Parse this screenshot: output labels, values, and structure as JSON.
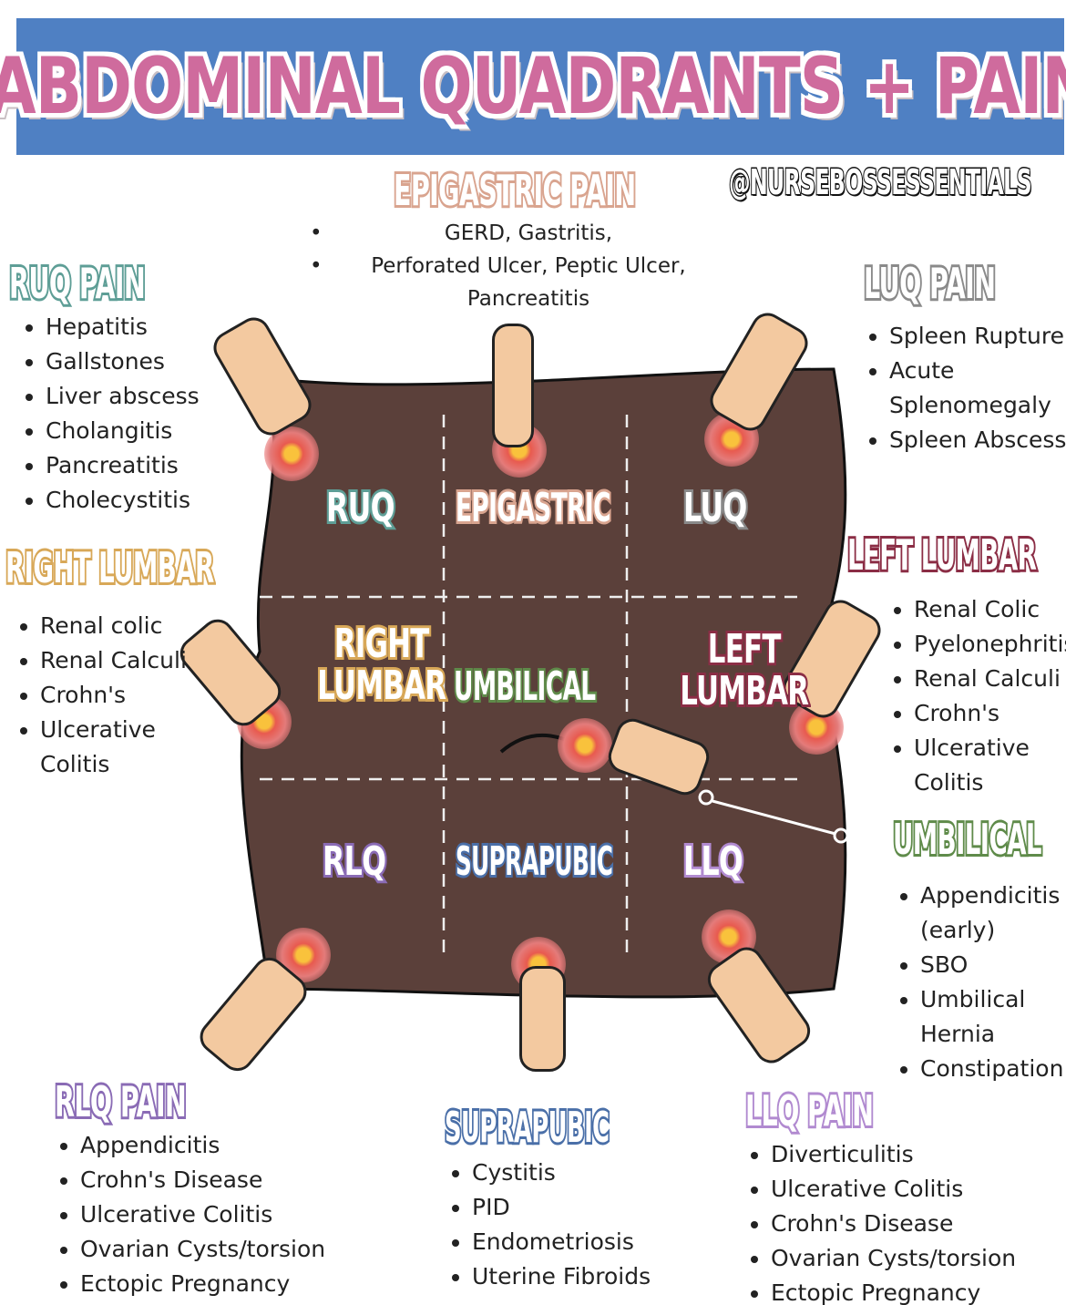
{
  "title": "ABDOMINAL QUADRANTS + PAIN",
  "handle": "@NURSEBOSSESSENTIALS",
  "colors": {
    "banner": "#4f80c3",
    "title": "#cf6b9d",
    "abdomen": "#5b403a",
    "ruq": "#5e9e96",
    "epigastric": "#d9a48f",
    "luq": "#8a8a8a",
    "right_lumbar": "#d8a858",
    "left_lumbar": "#8b2d45",
    "umbilical": "#5f8b4a",
    "rlq": "#8a6bb5",
    "suprapubic": "#4a6fa8",
    "llq": "#b18ad0"
  },
  "regions": {
    "epigastric": {
      "heading": "EPIGASTRIC PAIN",
      "items": [
        "GERD, Gastritis,",
        "Perforated Ulcer, Peptic Ulcer,"
      ],
      "continuation": "Pancreatitis"
    },
    "ruq": {
      "heading": "RUQ PAIN",
      "items": [
        "Hepatitis",
        "Gallstones",
        "Liver abscess",
        "Cholangitis",
        "Pancreatitis",
        "Cholecystitis"
      ]
    },
    "luq": {
      "heading": "LUQ PAIN",
      "items": [
        "Spleen Rupture",
        "Acute Splenomegaly",
        "Spleen Abscess"
      ]
    },
    "right_lumbar": {
      "heading": "RIGHT LUMBAR",
      "items": [
        "Renal colic",
        "Renal Calculi",
        "Crohn's",
        "Ulcerative Colitis"
      ]
    },
    "left_lumbar": {
      "heading": "LEFT LUMBAR",
      "items": [
        "Renal Colic",
        "Pyelonephritis",
        "Renal Calculi",
        "Crohn's",
        "Ulcerative Colitis"
      ]
    },
    "umbilical": {
      "heading": "UMBILICAL",
      "items": [
        "Appendicitis (early)",
        "SBO",
        "Umbilical Hernia",
        "Constipation"
      ]
    },
    "rlq": {
      "heading": "RLQ PAIN",
      "items": [
        "Appendicitis",
        "Crohn's Disease",
        "Ulcerative Colitis",
        "Ovarian Cysts/torsion",
        "Ectopic Pregnancy"
      ]
    },
    "suprapubic": {
      "heading": "SUPRAPUBIC",
      "items": [
        "Cystitis",
        "PID",
        "Endometriosis",
        "Uterine Fibroids"
      ]
    },
    "llq": {
      "heading": "LLQ PAIN",
      "items": [
        "Diverticulitis",
        "Ulcerative Colitis",
        "Crohn's Disease",
        "Ovarian Cysts/torsion",
        "Ectopic Pregnancy"
      ]
    }
  },
  "grid_labels": {
    "ruq": "RUQ",
    "epigastric": "EPIGASTRIC",
    "luq": "LUQ",
    "right_lumbar": "RIGHT LUMBAR",
    "umbilical": "UMBILICAL",
    "left_lumbar": "LEFT LUMBAR",
    "rlq": "RLQ",
    "suprapubic": "SUPRAPUBIC",
    "llq": "LLQ"
  }
}
